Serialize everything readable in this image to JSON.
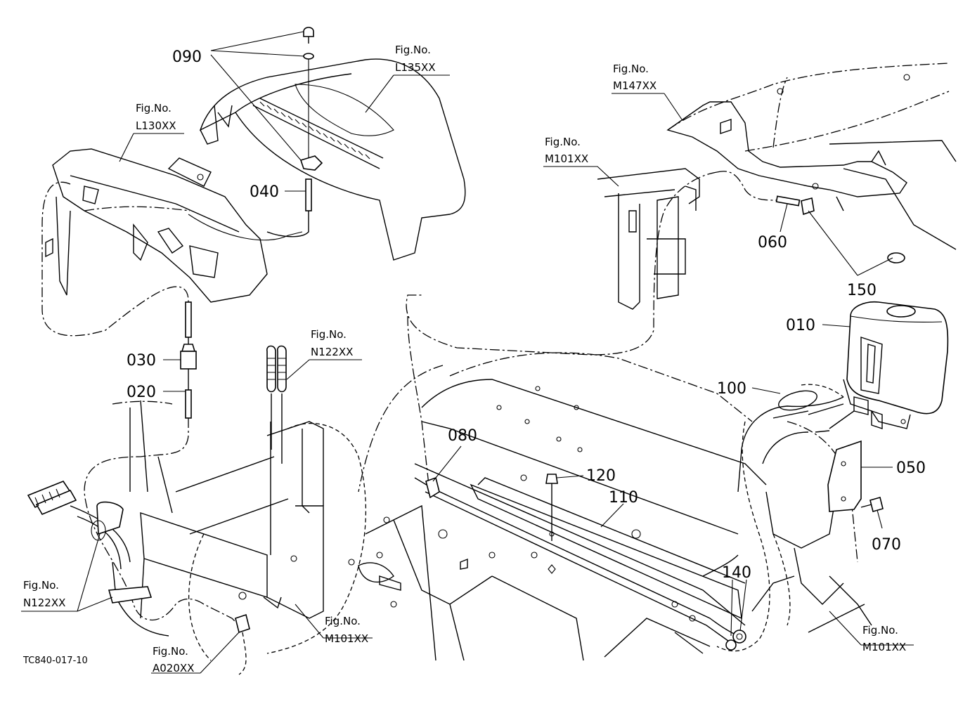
{
  "drawing_code": "TC840-017-10",
  "parts": {
    "p010": "010",
    "p020": "020",
    "p030": "030",
    "p040": "040",
    "p050": "050",
    "p060": "060",
    "p070": "070",
    "p080": "080",
    "p090": "090",
    "p100": "100",
    "p110": "110",
    "p120": "120",
    "p140": "140",
    "p150": "150"
  },
  "figrefs": {
    "fig_prefix": "Fig.No.",
    "l135": "L135XX",
    "l130": "L130XX",
    "m147": "M147XX",
    "m101_top": "M101XX",
    "n122_mid": "N122XX",
    "n122_left": "N122XX",
    "m101_mid": "M101XX",
    "a020": "A020XX",
    "m101_right": "M101XX"
  }
}
